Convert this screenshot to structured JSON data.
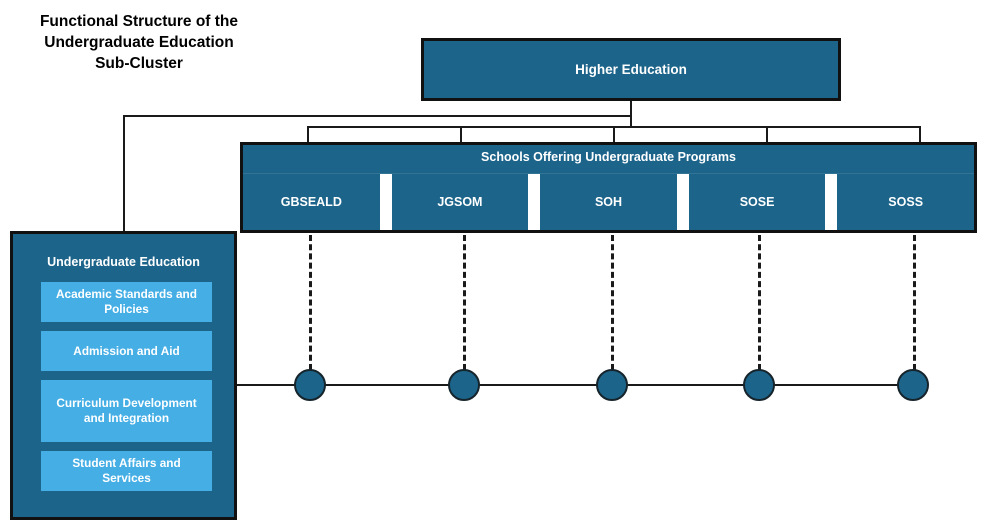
{
  "title": "Functional Structure of the\nUndergraduate Education\nSub-Cluster",
  "colors": {
    "dark_teal": "#1C648A",
    "light_blue": "#45AEE5",
    "outline": "#111111",
    "text_on_fill": "#FFFFFF",
    "background": "#FFFFFF"
  },
  "nodes": {
    "root": {
      "label": "Higher Education"
    },
    "schools": {
      "banner_label": "Schools Offering Undergraduate Programs",
      "items": [
        {
          "label": "GBSEALD"
        },
        {
          "label": "JGSOM"
        },
        {
          "label": "SOH"
        },
        {
          "label": "SOSE"
        },
        {
          "label": "SOSS"
        }
      ]
    },
    "undergraduate_education": {
      "label": "Undergraduate Education",
      "functions": [
        {
          "label": "Academic Standards and Policies"
        },
        {
          "label": "Admission and Aid"
        },
        {
          "label": "Curriculum Development and Integration"
        },
        {
          "label": "Student Affairs and Services"
        }
      ]
    }
  },
  "connectors": {
    "hub_count": 5,
    "hub_line_label": "",
    "dashed_link_style": "dashed",
    "solid_link_style": "solid"
  }
}
